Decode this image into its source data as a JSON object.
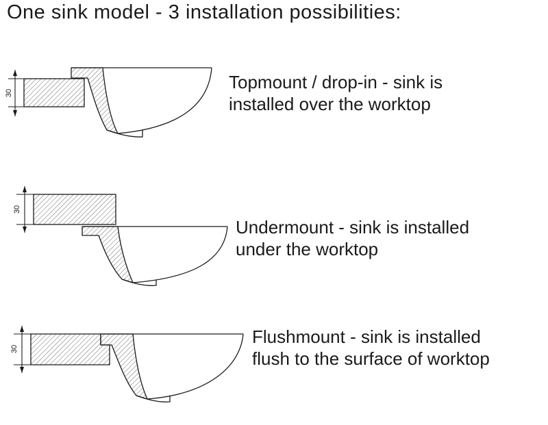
{
  "title": "One sink model - 3 installation possibilities:",
  "diagrams": [
    {
      "name": "topmount",
      "dimension": "30",
      "caption_line1": "Topmount / drop-in - sink is",
      "caption_line2": "installed over the worktop"
    },
    {
      "name": "undermount",
      "dimension": "30",
      "caption_line1": "Undermount - sink is installed",
      "caption_line2": "under the worktop"
    },
    {
      "name": "flushmount",
      "dimension": "30",
      "caption_line1": "Flushmount - sink is installed",
      "caption_line2": "flush to the surface of worktop"
    }
  ],
  "colors": {
    "line": "#1a1a1a",
    "background": "#ffffff"
  }
}
